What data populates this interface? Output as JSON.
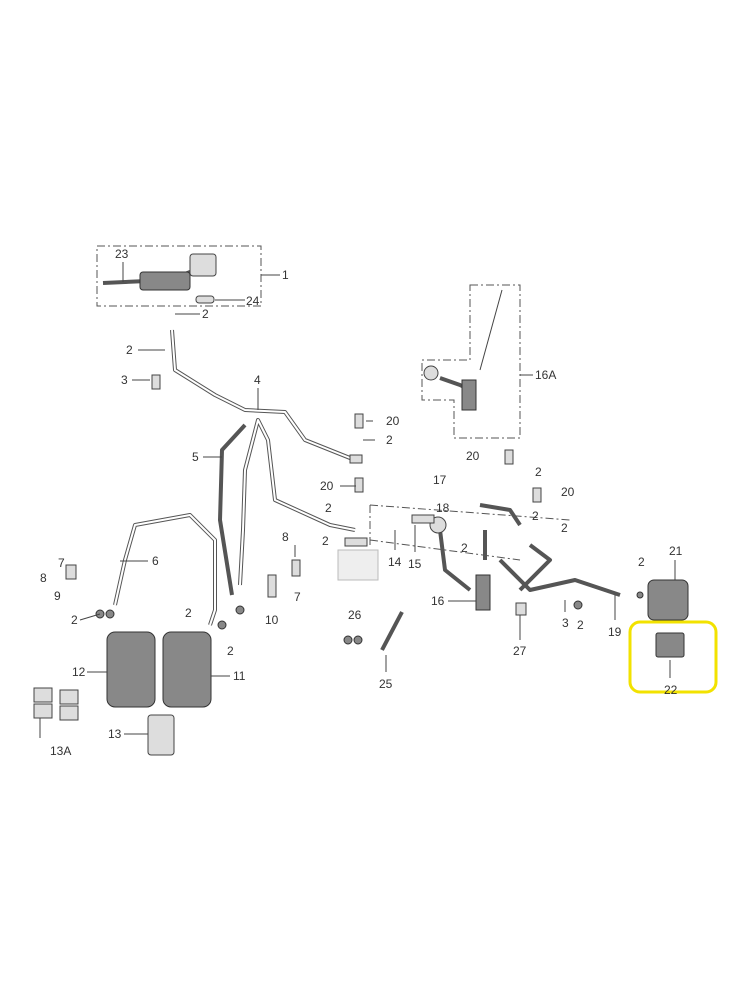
{
  "diagram": {
    "type": "exploded parts diagram - brake system",
    "highlight_color": "#f2e200",
    "labels": [
      "23",
      "1",
      "24",
      "2",
      "2",
      "3",
      "4",
      "20",
      "2",
      "5",
      "20",
      "2",
      "2",
      "17",
      "18",
      "20",
      "2",
      "20",
      "2",
      "2",
      "2",
      "14",
      "15",
      "16",
      "16A",
      "21",
      "2",
      "3",
      "2",
      "19",
      "27",
      "26",
      "25",
      "22",
      "7",
      "8",
      "9",
      "6",
      "2",
      "8",
      "7",
      "10",
      "2",
      "2",
      "12",
      "11",
      "13",
      "13A"
    ]
  }
}
